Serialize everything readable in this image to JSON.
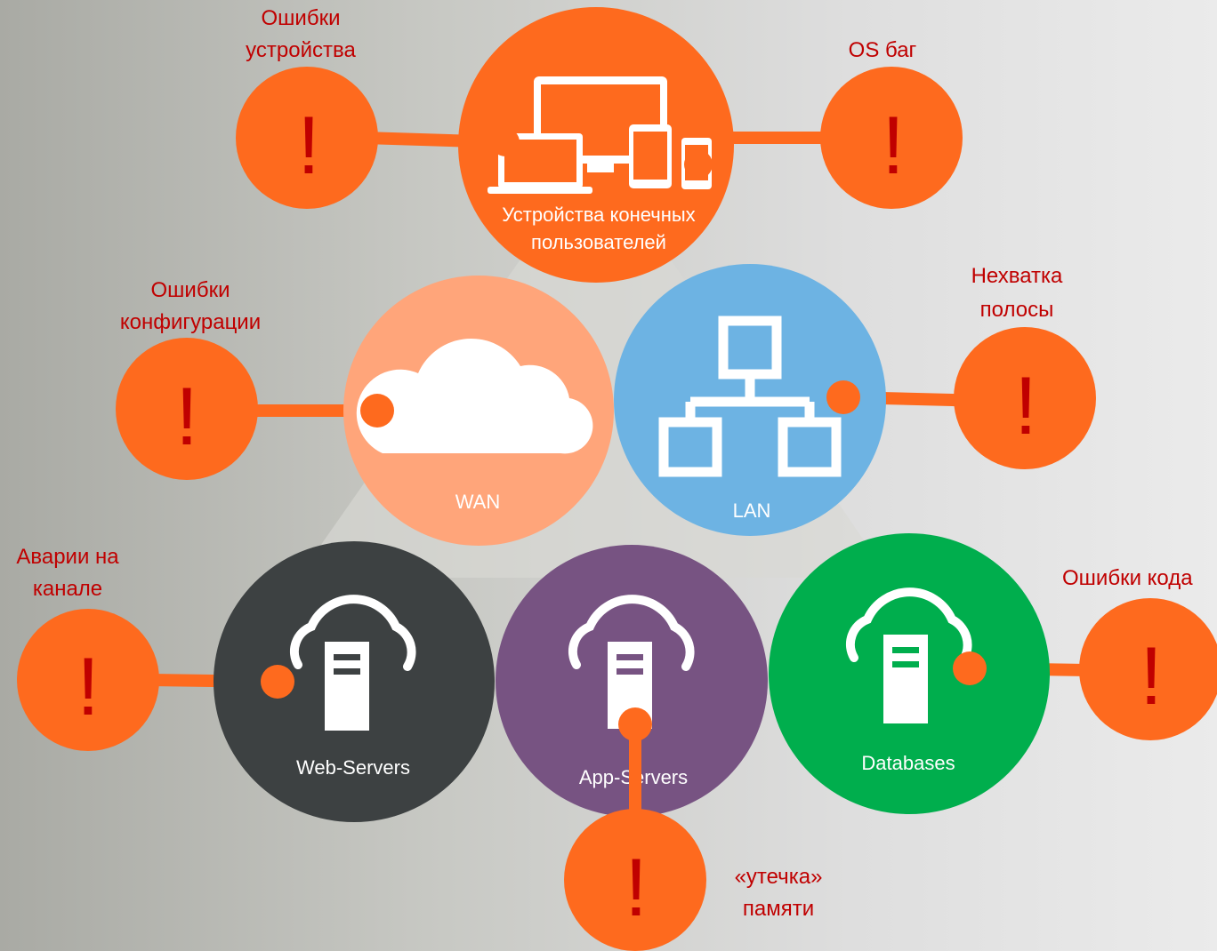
{
  "hubs": {
    "devices": {
      "label_1": "Устройства конечных",
      "label_2": "пользователей",
      "color": "#fe6a1e"
    },
    "wan": {
      "label": "WAN",
      "color": "#ffa57a"
    },
    "lan": {
      "label": "LAN",
      "color": "#6db3e3"
    },
    "web": {
      "label": "Web-Servers",
      "color": "#3d4142"
    },
    "app": {
      "label": "App-Servers",
      "color": "#775382"
    },
    "db": {
      "label": "Databases",
      "color": "#00ae4d"
    }
  },
  "issues": {
    "device_errors": {
      "label_1": "Ошибки",
      "label_2": "устройства",
      "mark": "!"
    },
    "os_bug": {
      "label_1": "OS баг",
      "mark": "!"
    },
    "config_errors": {
      "label_1": "Ошибки",
      "label_2": "конфигурации",
      "mark": "!"
    },
    "bandwidth": {
      "label_1": "Нехватка",
      "label_2": "полосы",
      "mark": "!"
    },
    "channel_outage": {
      "label_1": "Аварии на",
      "label_2": "канале",
      "mark": "!"
    },
    "code_errors": {
      "label_1": "Ошибки кода",
      "mark": "!"
    },
    "memory_leak": {
      "label_1": "«утечка»",
      "label_2": "памяти",
      "mark": "!"
    }
  },
  "colors": {
    "issue_fill": "#fe6a1e",
    "issue_text": "#c00000",
    "connector": "#fe6a1e",
    "icon": "#ffffff"
  }
}
